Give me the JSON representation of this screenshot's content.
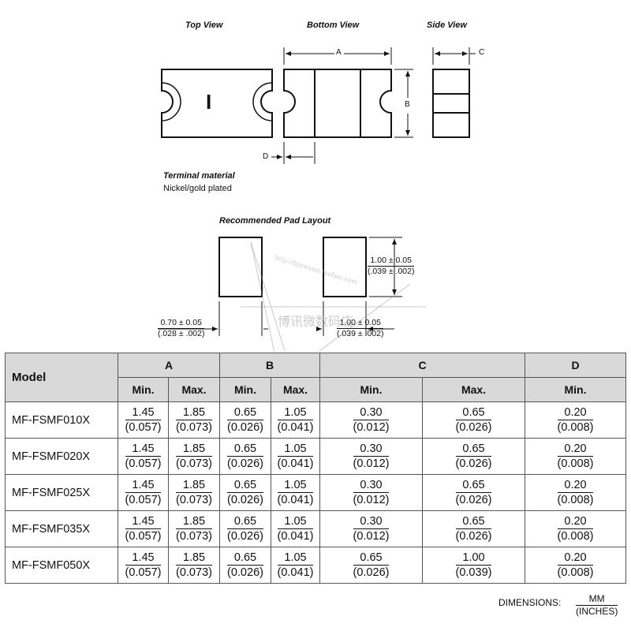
{
  "views": {
    "top_view": "Top View",
    "bottom_view": "Bottom View",
    "side_view": "Side View",
    "top_mark": "I",
    "dim_a": "A",
    "dim_b": "B",
    "dim_c": "C",
    "dim_d": "D"
  },
  "terminal": {
    "title": "Terminal material",
    "value": "Nickel/gold plated"
  },
  "pad_layout": {
    "title": "Recommended Pad Layout",
    "height_mm": "1.00 ± 0.05",
    "height_in": "(.039 ± .002)",
    "gap_mm": "0.70 ± 0.05",
    "gap_in": "(.028 ± .002)",
    "width_mm": "1.00 ± 0.05",
    "width_in": "(.039 ± .002)"
  },
  "watermark": {
    "url": "http://bjxwssm.taobao.com",
    "shop": "博讯微数码店"
  },
  "table": {
    "headers": {
      "model": "Model",
      "a": "A",
      "b": "B",
      "c": "C",
      "d": "D",
      "min": "Min.",
      "max": "Max."
    },
    "rows": [
      {
        "model": "MF-FSMF010X",
        "cells": [
          [
            "1.45",
            "(0.057)"
          ],
          [
            "1.85",
            "(0.073)"
          ],
          [
            "0.65",
            "(0.026)"
          ],
          [
            "1.05",
            "(0.041)"
          ],
          [
            "0.30",
            "(0.012)"
          ],
          [
            "0.65",
            "(0.026)"
          ],
          [
            "0.20",
            "(0.008)"
          ]
        ]
      },
      {
        "model": "MF-FSMF020X",
        "cells": [
          [
            "1.45",
            "(0.057)"
          ],
          [
            "1.85",
            "(0.073)"
          ],
          [
            "0.65",
            "(0.026)"
          ],
          [
            "1.05",
            "(0.041)"
          ],
          [
            "0.30",
            "(0.012)"
          ],
          [
            "0.65",
            "(0.026)"
          ],
          [
            "0.20",
            "(0.008)"
          ]
        ]
      },
      {
        "model": "MF-FSMF025X",
        "cells": [
          [
            "1.45",
            "(0.057)"
          ],
          [
            "1.85",
            "(0.073)"
          ],
          [
            "0.65",
            "(0.026)"
          ],
          [
            "1.05",
            "(0.041)"
          ],
          [
            "0.30",
            "(0.012)"
          ],
          [
            "0.65",
            "(0.026)"
          ],
          [
            "0.20",
            "(0.008)"
          ]
        ]
      },
      {
        "model": "MF-FSMF035X",
        "cells": [
          [
            "1.45",
            "(0.057)"
          ],
          [
            "1.85",
            "(0.073)"
          ],
          [
            "0.65",
            "(0.026)"
          ],
          [
            "1.05",
            "(0.041)"
          ],
          [
            "0.30",
            "(0.012)"
          ],
          [
            "0.65",
            "(0.026)"
          ],
          [
            "0.20",
            "(0.008)"
          ]
        ]
      },
      {
        "model": "MF-FSMF050X",
        "cells": [
          [
            "1.45",
            "(0.057)"
          ],
          [
            "1.85",
            "(0.073)"
          ],
          [
            "0.65",
            "(0.026)"
          ],
          [
            "1.05",
            "(0.041)"
          ],
          [
            "0.65",
            "(0.026)"
          ],
          [
            "1.00",
            "(0.039)"
          ],
          [
            "0.20",
            "(0.008)"
          ]
        ]
      }
    ]
  },
  "dimensions": {
    "label": "DIMENSIONS:",
    "unit_top": "MM",
    "unit_bottom": "(INCHES)"
  }
}
